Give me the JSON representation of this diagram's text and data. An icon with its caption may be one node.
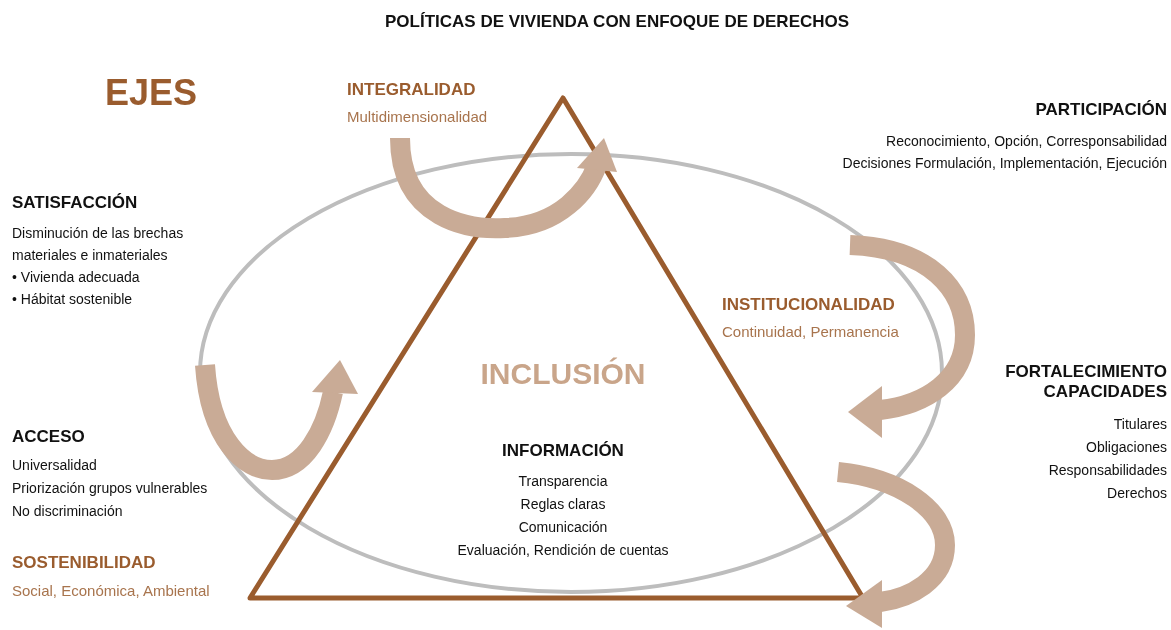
{
  "diagram": {
    "title": "POLÍTICAS DE VIVIENDA CON ENFOQUE DE DERECHOS",
    "labels": [
      "EJES",
      "INTEGRALIDAD",
      "Multidimensionalidad",
      "PARTICIPACIÓN",
      "Reconocimiento, Opción, Corresponsabilidad Decisiones Formulación, Implementación, Ejecución",
      "SATISFACCIÓN",
      "Disminución de las brechas materiales e inmateriales",
      "• Vivienda adecuada",
      "• Hábitat sostenible",
      "INSTITUCIONALIDAD",
      "Continuidad, Permanencia",
      "INCLUSIÓN",
      "FORTALECIMIENTO CAPACIDADES",
      "Titulares",
      "Obligaciones",
      "Responsabilidades",
      "Derechos",
      "ACCESO",
      "Universalidad",
      "Priorización grupos vulnerables",
      "No discriminación",
      "INFORMACIÓN",
      "Transparencia",
      "Reglas claras",
      "Comunicación",
      "Evaluación, Rendición de cuentas",
      "SOSTENIBILIDAD",
      "Social, Económica, Ambiental"
    ]
  }
}
